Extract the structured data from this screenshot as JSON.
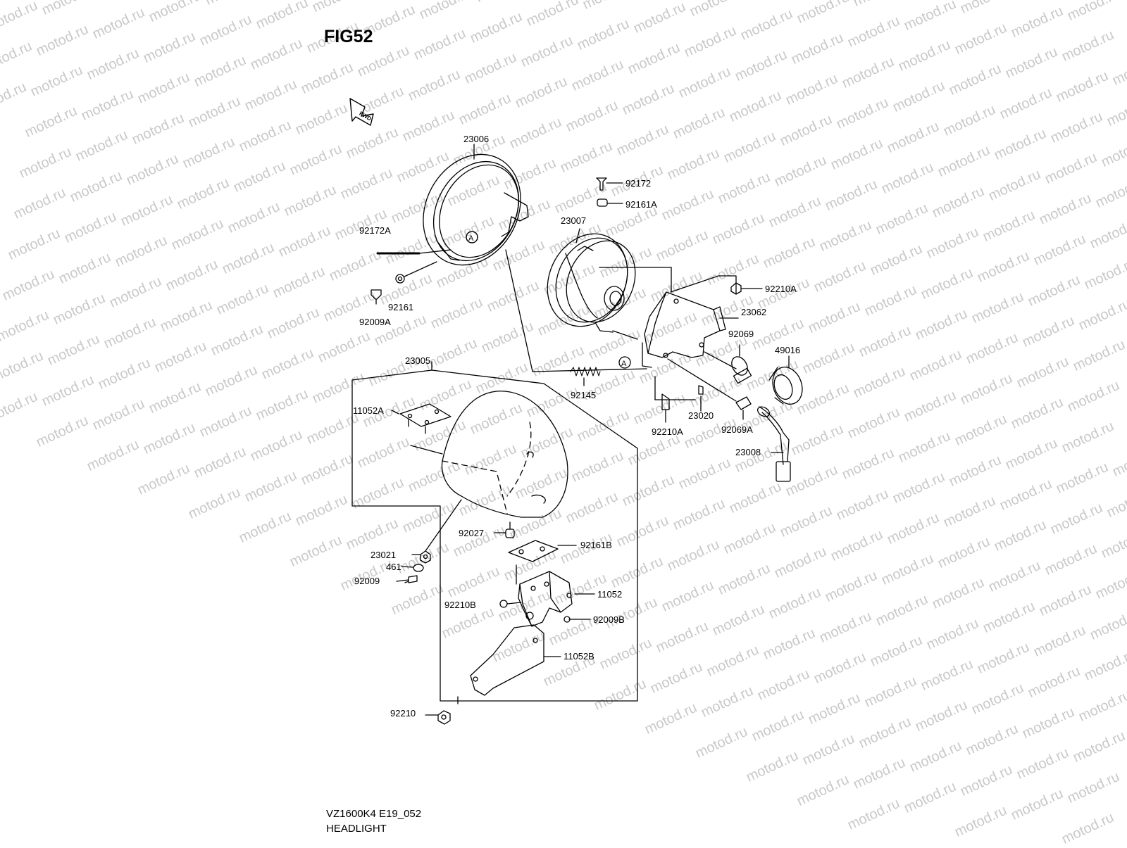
{
  "figure": {
    "title": "FIG52"
  },
  "watermark": {
    "text": "motod.ru",
    "color": "#c9c9c9"
  },
  "fwd_badge": "FWD",
  "reference_marker": "A",
  "parts": {
    "p23006": "23006",
    "p92172": "92172",
    "p92161A": "92161A",
    "p23007": "23007",
    "p92172A": "92172A",
    "p92210A_top": "92210A",
    "p23062": "23062",
    "p92161": "92161",
    "p92009A": "92009A",
    "p92069": "92069",
    "p49016": "49016",
    "p23005": "23005",
    "p92145": "92145",
    "p11052A": "11052A",
    "p92210A_bottom": "92210A",
    "p23020": "23020",
    "p92069A": "92069A",
    "p23008": "23008",
    "p92027": "92027",
    "p92161B": "92161B",
    "p23021": "23021",
    "p461": "461",
    "p92009": "92009",
    "p11052": "11052",
    "p92210B": "92210B",
    "p92009B": "92009B",
    "p11052B": "11052B",
    "p92210": "92210"
  },
  "footer": {
    "model_code": "VZ1600K4 E19_052",
    "section": "HEADLIGHT"
  }
}
